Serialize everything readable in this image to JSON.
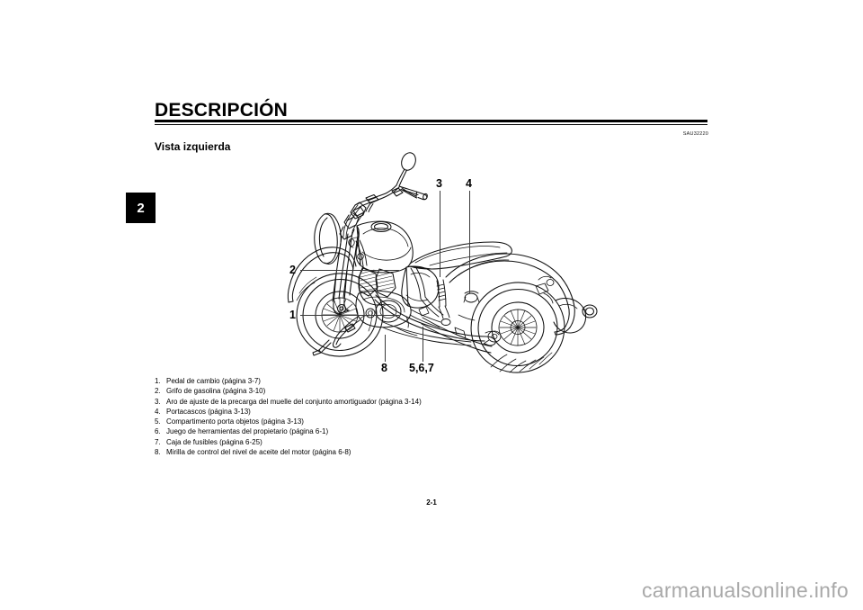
{
  "page": {
    "chapter_tab": "2",
    "chapter_title": "DESCRIPCIÓN",
    "document_code": "SAU32220",
    "section_title": "Vista izquierda",
    "page_number": "2-1",
    "watermark": "carmanualsonline.info",
    "colors": {
      "background": "#ffffff",
      "text": "#000000",
      "rule": "#000000",
      "tab_background": "#000000",
      "tab_text": "#ffffff",
      "watermark": "#a9a9a9",
      "leader_line": "#3a3a3a"
    }
  },
  "illustration": {
    "alt": "motorcycle-left-side-view-line-drawing",
    "callouts": [
      {
        "id": "callout-3",
        "label": "3"
      },
      {
        "id": "callout-4",
        "label": "4"
      },
      {
        "id": "callout-2",
        "label": "2"
      },
      {
        "id": "callout-1",
        "label": "1"
      },
      {
        "id": "callout-8",
        "label": "8"
      },
      {
        "id": "callout-567",
        "label": "5,6,7"
      }
    ]
  },
  "legend": {
    "items": [
      {
        "num": "1.",
        "text": "Pedal de cambio (página 3-7)"
      },
      {
        "num": "2.",
        "text": "Grifo de gasolina (página 3-10)"
      },
      {
        "num": "3.",
        "text": "Aro de ajuste de la precarga del muelle del conjunto amortiguador (página 3-14)"
      },
      {
        "num": "4.",
        "text": "Portacascos (página 3-13)"
      },
      {
        "num": "5.",
        "text": "Compartimento porta objetos (página 3-13)"
      },
      {
        "num": "6.",
        "text": "Juego de herramientas del propietario (página 6-1)"
      },
      {
        "num": "7.",
        "text": "Caja de fusibles (página 6-25)"
      },
      {
        "num": "8.",
        "text": "Mirilla de control del nivel de aceite del motor (página 6-8)"
      }
    ]
  }
}
